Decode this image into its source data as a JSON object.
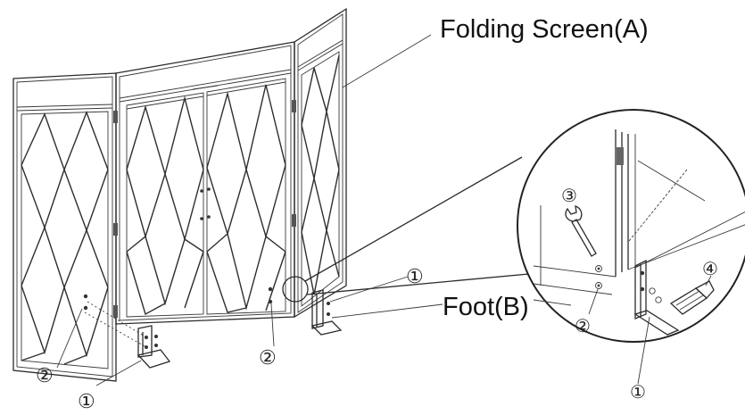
{
  "labels": {
    "folding_screen": "Folding Screen(A)",
    "foot": "Foot(B)"
  },
  "part_numbers": {
    "bracket": "①",
    "bolt": "②",
    "wrench": "③",
    "screw": "④"
  },
  "colors": {
    "line": "#2b2b2b",
    "text": "#111111",
    "background": "#ffffff"
  }
}
